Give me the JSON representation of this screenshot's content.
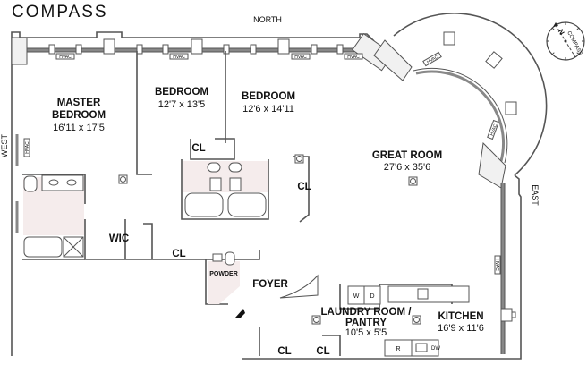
{
  "brand": {
    "logo_text": "COMPASS",
    "logo_o_glyph": "⊘"
  },
  "compass_rose": {
    "north_letter": "N",
    "brand_text": "COMPASS",
    "north_color": "#e02020"
  },
  "orientation": {
    "north": "NORTH",
    "south_hidden": "",
    "east": "EAST",
    "west": "WEST"
  },
  "rooms": {
    "master_bedroom": {
      "name_line1": "MASTER",
      "name_line2": "BEDROOM",
      "dims": "16'11 x 17'5"
    },
    "bedroom_2": {
      "name": "BEDROOM",
      "dims": "12'7 x 13'5"
    },
    "bedroom_3": {
      "name": "BEDROOM",
      "dims": "12'6 x 14'11"
    },
    "great_room": {
      "name": "GREAT ROOM",
      "dims": "27'6 x 35'6"
    },
    "wic": {
      "name": "WIC"
    },
    "foyer": {
      "name": "FOYER"
    },
    "powder": {
      "name": "POWDER"
    },
    "laundry": {
      "name_line1": "LAUNDRY ROOM /",
      "name_line2": "PANTRY",
      "dims": "10'5 x 5'5"
    },
    "kitchen": {
      "name": "KITCHEN",
      "dims": "16'9 x 11'6"
    }
  },
  "closets": {
    "label": "CL"
  },
  "hvac_label": "HVAC",
  "appliances": {
    "washer": "W",
    "dryer": "D",
    "refrigerator": "R",
    "dishwasher": "DW"
  },
  "colors": {
    "wall": "#555555",
    "tile": "#f5ecec",
    "window": "#888888"
  }
}
